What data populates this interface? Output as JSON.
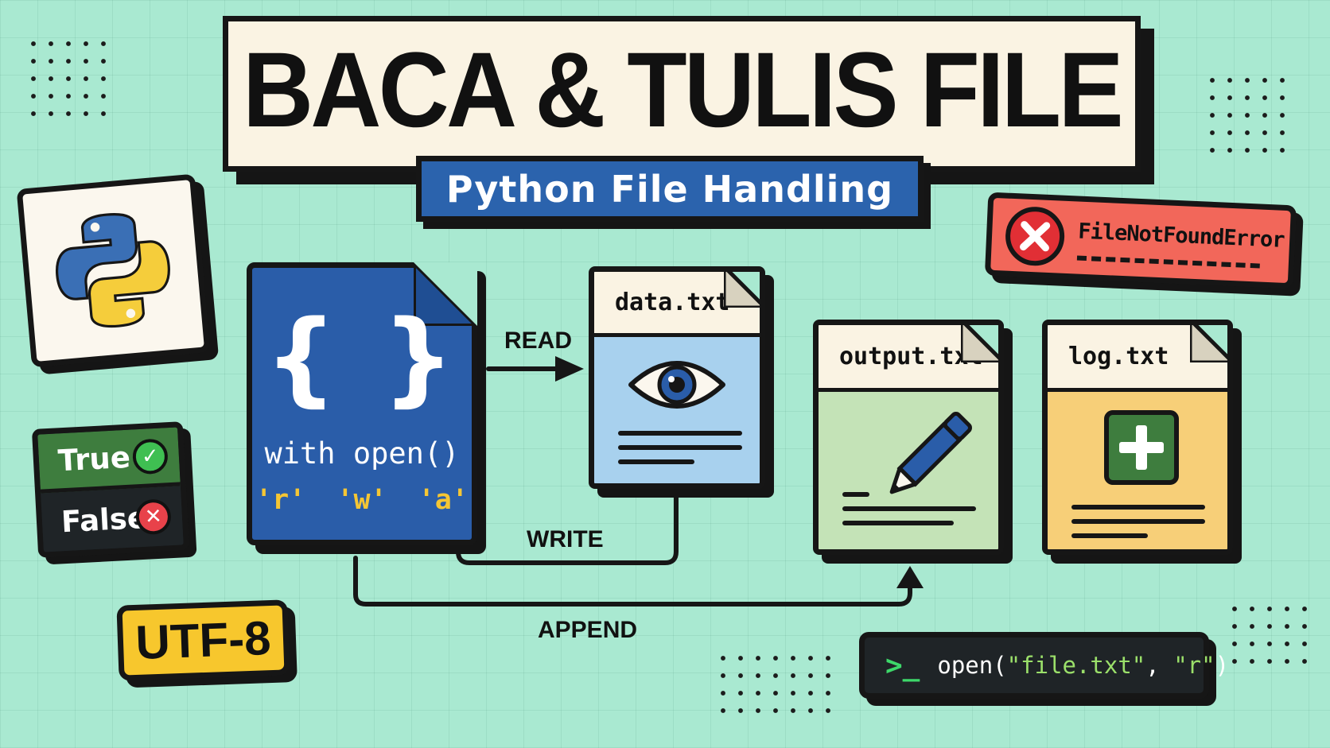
{
  "title": "BACA & TULIS FILE",
  "subtitle": "Python File Handling",
  "python_logo": {
    "icon": "python-logo-icon",
    "colors": {
      "blue": "#3a6fb5",
      "yellow": "#f5cd3b"
    }
  },
  "boolean_badge": {
    "true_label": "True",
    "false_label": "False",
    "true_icon": "check-icon",
    "false_icon": "x-icon"
  },
  "encoding_badge": "UTF-8",
  "code_card": {
    "braces": "{ }",
    "call": "with open()",
    "modes": "'r' 'w' 'a'"
  },
  "files": {
    "read_file": {
      "name": "data.txt",
      "icon": "eye-icon",
      "color": "#a8d1ee"
    },
    "write_file": {
      "name": "output.txt",
      "icon": "pencil-icon",
      "color": "#c4e3b7"
    },
    "append_file": {
      "name": "log.txt",
      "icon": "plus-icon",
      "color": "#f7cf78"
    }
  },
  "arrows": {
    "read": "READ",
    "write": "WRITE",
    "append": "APPEND"
  },
  "error_badge": {
    "text": "FileNotFoundError",
    "icon": "x-circle-icon",
    "color": "#f2675a"
  },
  "terminal": {
    "prompt": ">_",
    "cmd_prefix": "open(",
    "arg1": "\"file.txt\"",
    "sep": ", ",
    "arg2": "\"r\"",
    "cmd_suffix": ")"
  }
}
